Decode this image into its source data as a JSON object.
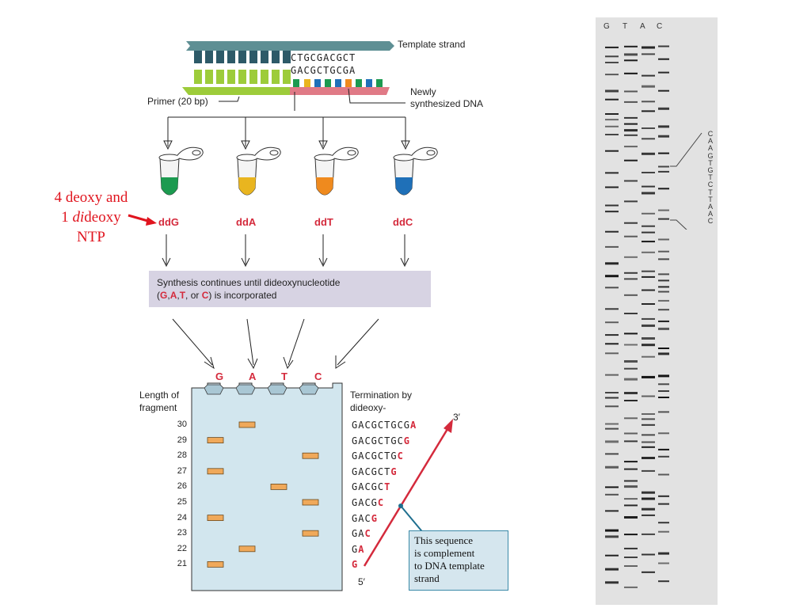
{
  "template": {
    "label": "Template strand",
    "top_seq": "CTGCGACGCT",
    "bottom_seq": "GACGCTGCGA",
    "primer_label": "Primer (20 bp)",
    "new_dna_label_1": "Newly",
    "new_dna_label_2": "synthesized DNA"
  },
  "note": {
    "line1": "4 deoxy and",
    "line2_prefix": "1 ",
    "line2_italic": "di",
    "line2_suffix": "deoxy",
    "line3": "NTP"
  },
  "tubes": [
    {
      "label": "ddG",
      "color": "#1c9a50"
    },
    {
      "label": "ddA",
      "color": "#e9b51f"
    },
    {
      "label": "ddT",
      "color": "#ef8a1e"
    },
    {
      "label": "ddC",
      "color": "#1f70b8"
    }
  ],
  "synthesis": {
    "line1": "Synthesis continues until dideoxynucleotide",
    "line2_open": "(",
    "g": "G",
    "c1": ",",
    "a": "A",
    "c2": ",",
    "t": "T",
    "or": ", or ",
    "c": "C",
    "line2_close": ") is incorporated"
  },
  "gel_lanes": [
    "G",
    "A",
    "T",
    "C"
  ],
  "length_label_1": "Length of",
  "length_label_2": "fragment",
  "termination_label_1": "Termination by",
  "termination_label_2": "dideoxy-",
  "fragments": [
    {
      "len": "30",
      "lane": 1,
      "prefix": "GACGCTGCG",
      "last": "A"
    },
    {
      "len": "29",
      "lane": 0,
      "prefix": "GACGCTGC",
      "last": "G"
    },
    {
      "len": "28",
      "lane": 3,
      "prefix": "GACGCTG",
      "last": "C"
    },
    {
      "len": "27",
      "lane": 0,
      "prefix": "GACGCT",
      "last": "G"
    },
    {
      "len": "26",
      "lane": 2,
      "prefix": "GACGC",
      "last": "T"
    },
    {
      "len": "25",
      "lane": 3,
      "prefix": "GACG",
      "last": "C"
    },
    {
      "len": "24",
      "lane": 0,
      "prefix": "GAC",
      "last": "G"
    },
    {
      "len": "23",
      "lane": 3,
      "prefix": "GA",
      "last": "C"
    },
    {
      "len": "22",
      "lane": 1,
      "prefix": "G",
      "last": "A"
    },
    {
      "len": "21",
      "lane": 0,
      "prefix": "",
      "last": "G"
    }
  ],
  "three_prime": "3′",
  "five_prime": "5′",
  "callout": [
    "This sequence",
    "is complement",
    "to DNA template",
    "strand"
  ],
  "photo": {
    "lanes": [
      "G",
      "T",
      "A",
      "C"
    ],
    "read_sequence": [
      "C",
      "A",
      "A",
      "G",
      "T",
      "G",
      "T",
      "C",
      "T",
      "T",
      "A",
      "A",
      "C"
    ]
  },
  "colors": {
    "accent_red": "#d42a3c",
    "band": "#f0a95a",
    "gel": "#d2e6ee"
  }
}
